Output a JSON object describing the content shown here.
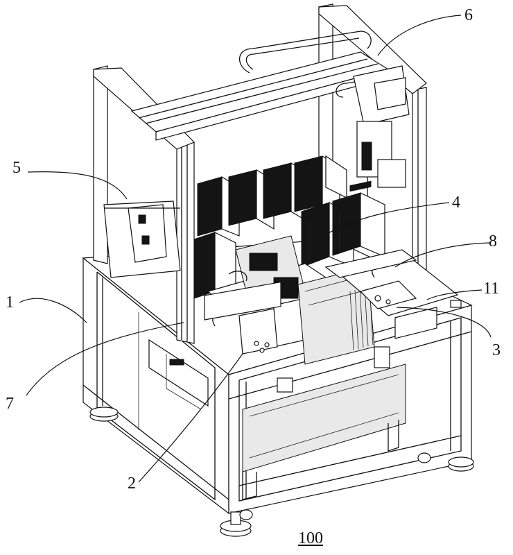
{
  "figure": {
    "number": "100",
    "type": "perspective view of automated assembly machine"
  },
  "labels": [
    {
      "id": "6",
      "text": "6"
    },
    {
      "id": "5",
      "text": "5"
    },
    {
      "id": "4",
      "text": "4"
    },
    {
      "id": "8",
      "text": "8"
    },
    {
      "id": "1",
      "text": "1"
    },
    {
      "id": "11",
      "text": "11"
    },
    {
      "id": "3",
      "text": "3"
    },
    {
      "id": "7",
      "text": "7"
    },
    {
      "id": "2",
      "text": "2"
    }
  ],
  "colors": {
    "line": "#111111",
    "background": "#ffffff",
    "panel_dark": "#141414"
  }
}
